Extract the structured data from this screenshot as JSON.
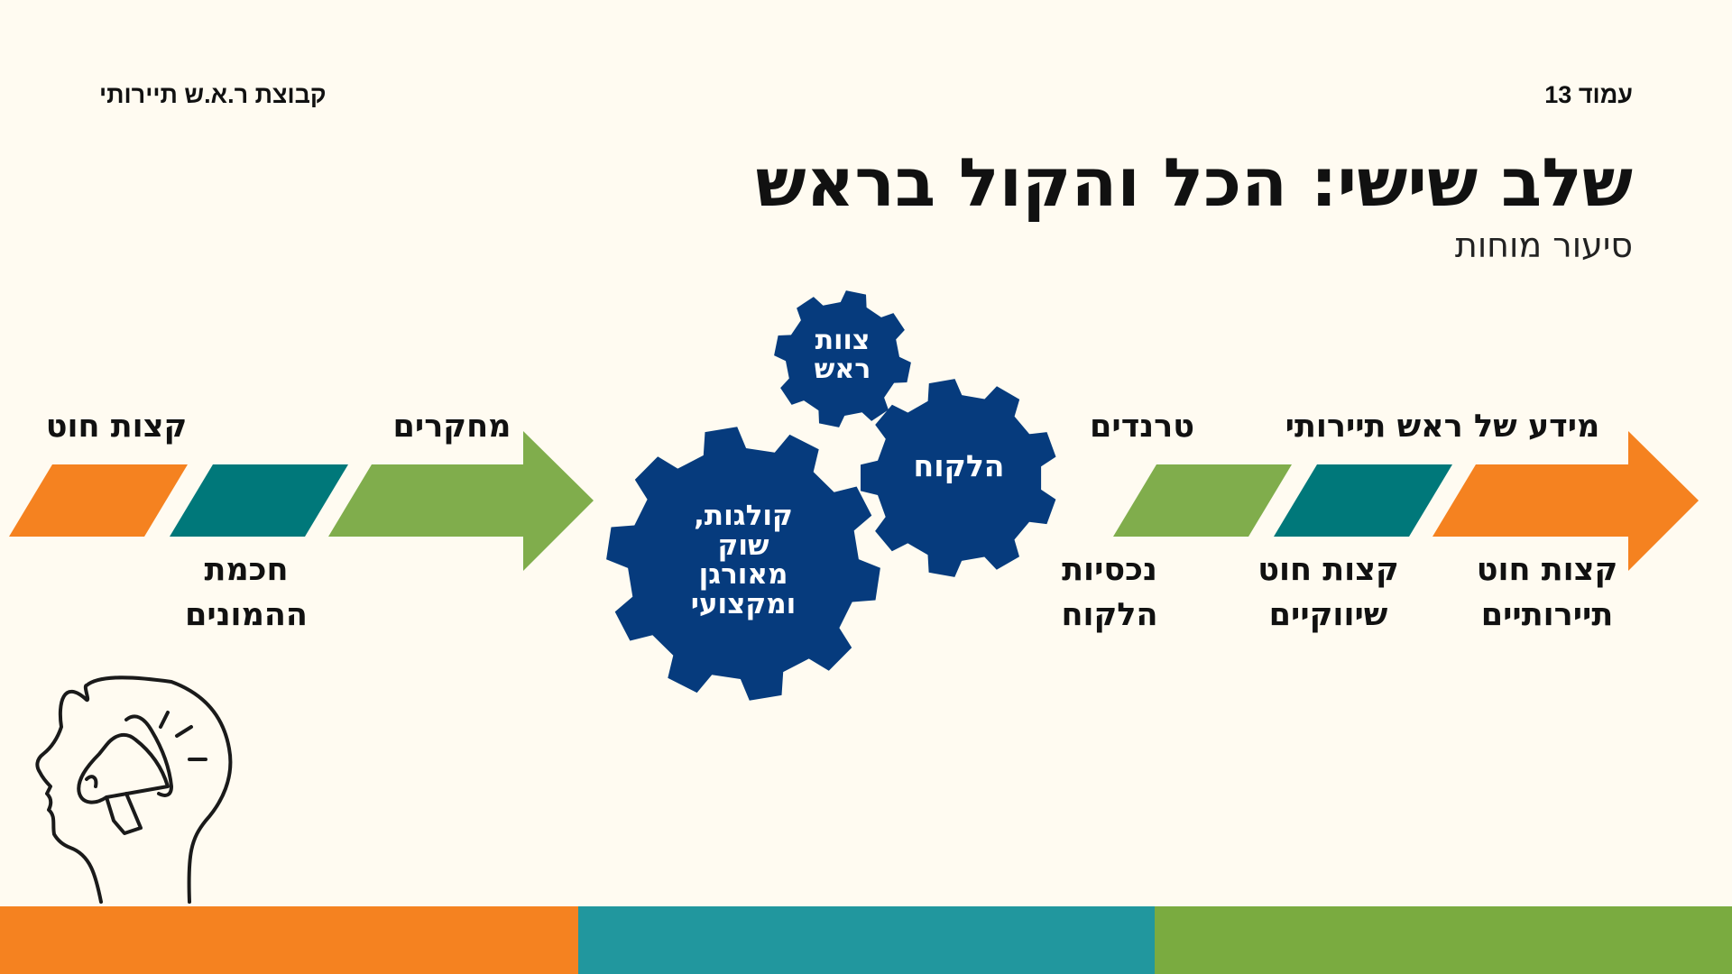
{
  "header": {
    "page_label": "עמוד 13",
    "brand": "קבוצת ר.א.ש תיירותי"
  },
  "title": "שלב שישי: הכל והקול בראש",
  "subtitle": "סיעור מוחות",
  "left_flow": {
    "label_top_right": "מחקרים",
    "label_top_left": "קצות חוט",
    "label_bottom_line1": "חכמת",
    "label_bottom_line2": "ההמונים"
  },
  "gears": {
    "large_line1": "קולגות,",
    "large_line2": "שוק",
    "large_line3": "מאורגן",
    "large_line4": "ומקצועי",
    "medium": "הלקוח",
    "small_line1": "צוות",
    "small_line2": "ראש"
  },
  "right_flow": {
    "label_top_left": "טרנדים",
    "label_top_right": "מידע של ראש תיירותי",
    "bottom_left_line1": "נכסיות",
    "bottom_left_line2": "הלקוח",
    "bottom_mid_line1": "קצות חוט",
    "bottom_mid_line2": "שיווקיים",
    "bottom_right_line1": "קצות חוט",
    "bottom_right_line2": "תיירותיים"
  },
  "colors": {
    "orange": "#f58220",
    "teal": "#00787a",
    "green": "#80ad4c",
    "navy": "#063b7d",
    "bar_teal": "#21979e",
    "bar_green": "#7aab40"
  },
  "icons": [
    "head-megaphone-icon"
  ]
}
